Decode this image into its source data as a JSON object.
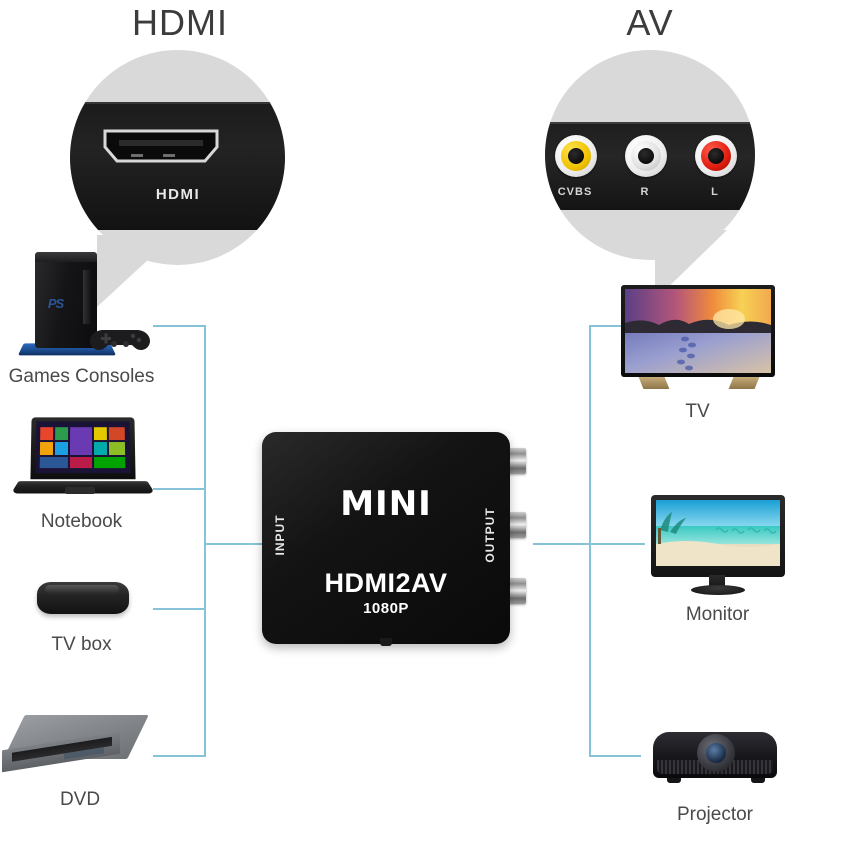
{
  "callouts": {
    "hdmi": {
      "title": "HDMI",
      "port_label": "HDMI",
      "icon": "hdmi-port-icon"
    },
    "av": {
      "title": "AV",
      "jacks": [
        {
          "label": "CVBS",
          "color": "#f0c400",
          "name": "composite-video"
        },
        {
          "label": "R",
          "color": "#e0e0e0",
          "name": "audio-right"
        },
        {
          "label": "L",
          "color": "#e01d10",
          "name": "audio-left"
        }
      ]
    }
  },
  "converter": {
    "brand": "MINI",
    "model": "HDMI2AV",
    "resolution": "1080P",
    "input_label": "INPUT",
    "output_label": "OUTPUT",
    "jack_count": 3,
    "body_color": "#131313"
  },
  "sources": [
    {
      "label": "Games Consoles",
      "name": "games-console"
    },
    {
      "label": "Notebook",
      "name": "notebook"
    },
    {
      "label": "TV box",
      "name": "tv-box"
    },
    {
      "label": "DVD",
      "name": "dvd-player"
    }
  ],
  "outputs": [
    {
      "label": "TV",
      "name": "television"
    },
    {
      "label": "Monitor",
      "name": "monitor"
    },
    {
      "label": "Projector",
      "name": "projector"
    }
  ],
  "theme": {
    "connector_line": "#86c2d8",
    "bubble_fill": "#d9d9d9",
    "title_color": "#3c3c3c",
    "caption_color": "#4a4a4a",
    "background": "#ffffff"
  }
}
